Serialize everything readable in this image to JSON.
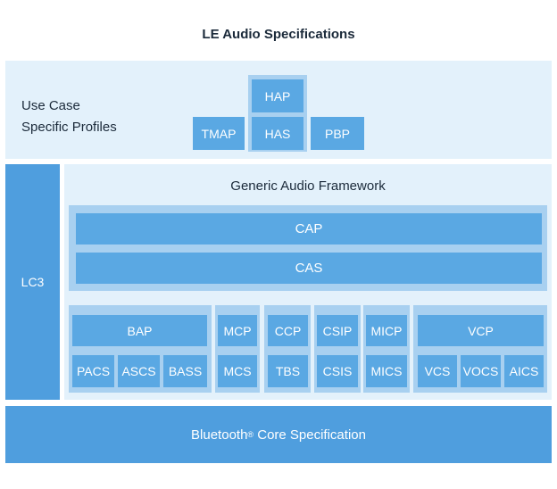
{
  "title": "LE Audio Specifications",
  "use_case": {
    "label_line1": "Use Case",
    "label_line2": "Specific Profiles",
    "tmap": "TMAP",
    "hap": "HAP",
    "has": "HAS",
    "pbp": "PBP"
  },
  "lc3": "LC3",
  "gaf": {
    "title": "Generic Audio Framework",
    "cap": "CAP",
    "cas": "CAS"
  },
  "groups": {
    "bap": "BAP",
    "pacs": "PACS",
    "ascs": "ASCS",
    "bass": "BASS",
    "mcp": "MCP",
    "mcs": "MCS",
    "ccp": "CCP",
    "tbs": "TBS",
    "csip": "CSIP",
    "csis": "CSIS",
    "micp": "MICP",
    "mics": "MICS",
    "vcp": "VCP",
    "vcs": "VCS",
    "vocs": "VOCS",
    "aics": "AICS"
  },
  "core": {
    "prefix": "Bluetooth",
    "reg": "®",
    "suffix": " Core Specification"
  }
}
